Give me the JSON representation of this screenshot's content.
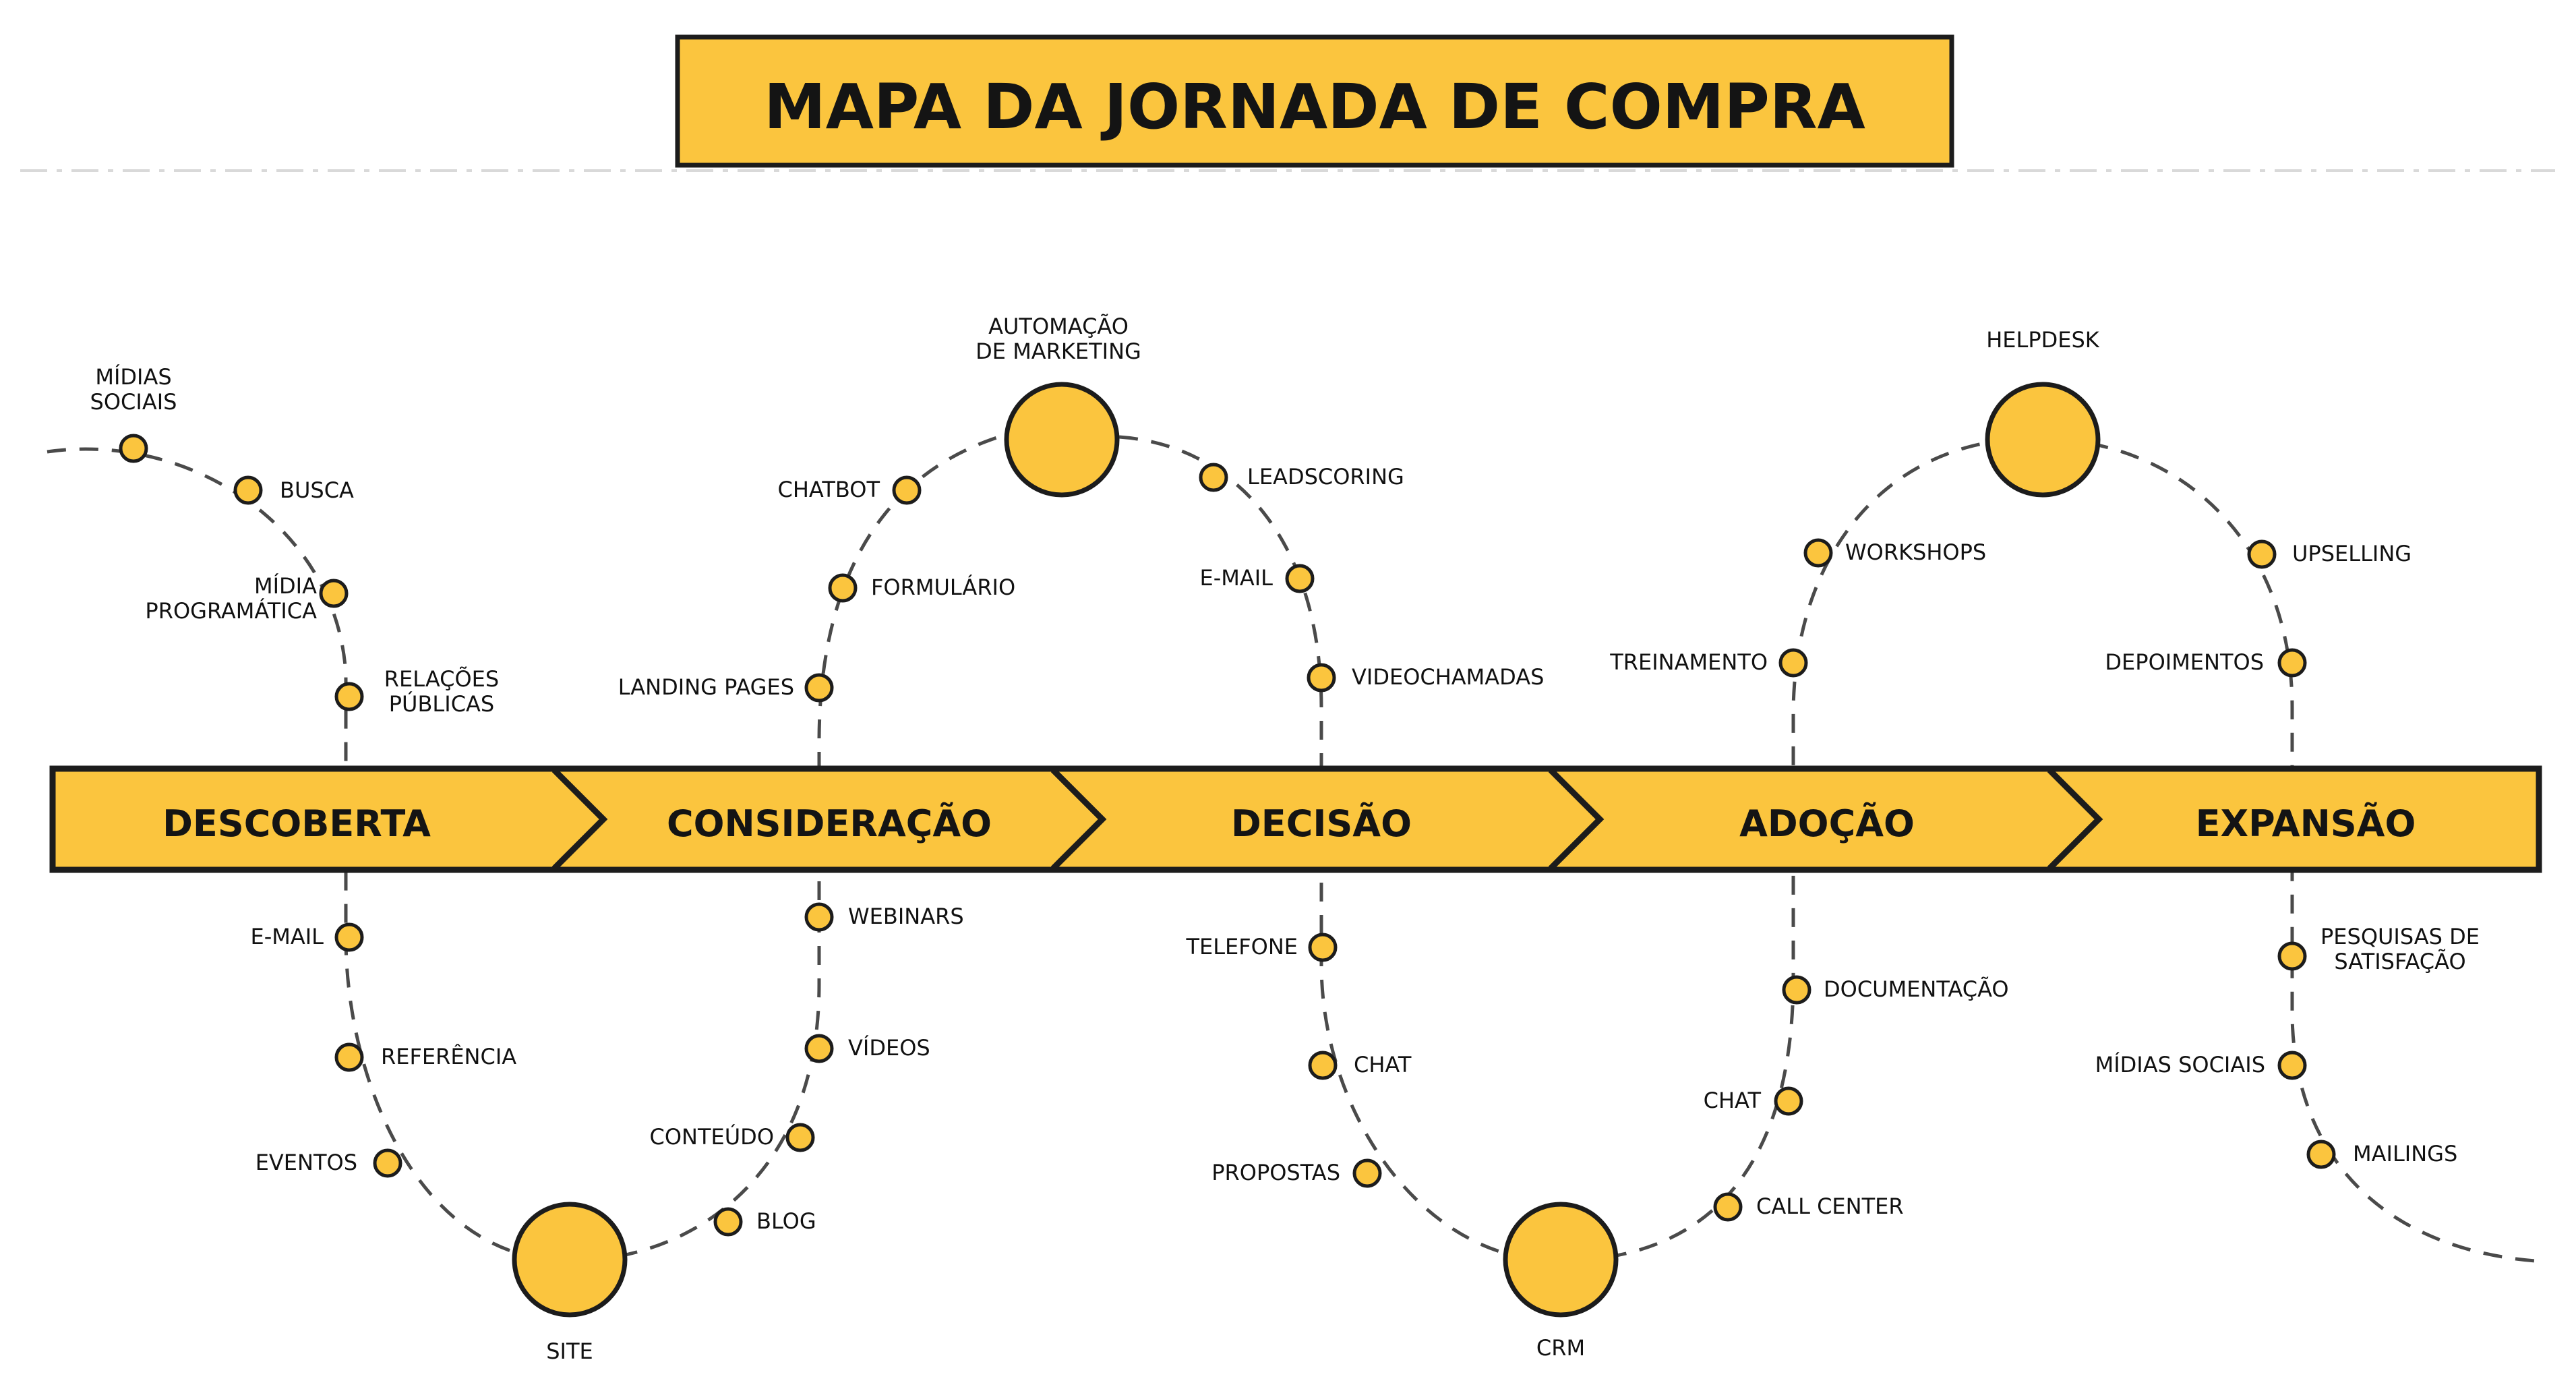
{
  "title": "MAPA DA JORNADA DE COMPRA",
  "colors": {
    "yellow": "#FBC53E",
    "outline": "#1c1c1c",
    "path": "#4a4a4a"
  },
  "stages": [
    {
      "label": "DESCOBERTA"
    },
    {
      "label": "CONSIDERAÇÃO"
    },
    {
      "label": "DECISÃO"
    },
    {
      "label": "ADOÇÃO"
    },
    {
      "label": "EXPANSÃO"
    }
  ],
  "touchpoints": [
    {
      "label": "MÍDIAS\nSOCIAIS"
    },
    {
      "label": "BUSCA"
    },
    {
      "label": "MÍDIA\nPROGRAMÁTICA"
    },
    {
      "label": "RELAÇÕES\nPÚBLICAS"
    },
    {
      "label": "E-MAIL"
    },
    {
      "label": "REFERÊNCIA"
    },
    {
      "label": "EVENTOS"
    },
    {
      "label": "SITE"
    },
    {
      "label": "BLOG"
    },
    {
      "label": "CONTEÚDO"
    },
    {
      "label": "VÍDEOS"
    },
    {
      "label": "WEBINARS"
    },
    {
      "label": "LANDING PAGES"
    },
    {
      "label": "FORMULÁRIO"
    },
    {
      "label": "CHATBOT"
    },
    {
      "label": "AUTOMAÇÃO\nDE MARKETING"
    },
    {
      "label": "LEADSCORING"
    },
    {
      "label": "E-MAIL"
    },
    {
      "label": "VIDEOCHAMADAS"
    },
    {
      "label": "TELEFONE"
    },
    {
      "label": "CHAT"
    },
    {
      "label": "PROPOSTAS"
    },
    {
      "label": "CRM"
    },
    {
      "label": "CALL CENTER"
    },
    {
      "label": "CHAT"
    },
    {
      "label": "DOCUMENTAÇÃO"
    },
    {
      "label": "TREINAMENTO"
    },
    {
      "label": "WORKSHOPS"
    },
    {
      "label": "HELPDESK"
    },
    {
      "label": "UPSELLING"
    },
    {
      "label": "DEPOIMENTOS"
    },
    {
      "label": "PESQUISAS DE\nSATISFAÇÃO"
    },
    {
      "label": "MÍDIAS SOCIAIS"
    },
    {
      "label": "MAILINGS"
    }
  ]
}
